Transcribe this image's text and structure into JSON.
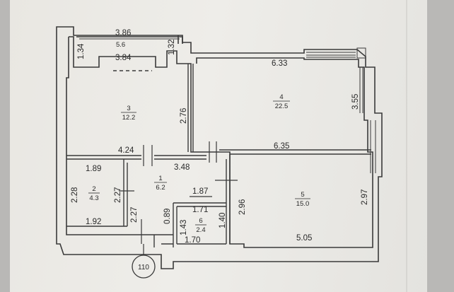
{
  "plan": {
    "rooms": [
      {
        "id": "1",
        "number": "1",
        "area": "6.2"
      },
      {
        "id": "2",
        "number": "2",
        "area": "4.3"
      },
      {
        "id": "3",
        "number": "3",
        "area": "12.2"
      },
      {
        "id": "4",
        "number": "4",
        "area": "22.5"
      },
      {
        "id": "5",
        "number": "5",
        "area": "15.0"
      },
      {
        "id": "6",
        "number": "6",
        "area": "2.4"
      },
      {
        "id": "balcony",
        "number": "",
        "area": "5.6"
      }
    ],
    "dimensions": {
      "balcony_top": "3.86",
      "balcony_left": "1.34",
      "balcony_right": "1.32",
      "balcony_bottom": "3.84",
      "room3_right": "2.76",
      "room3_bottom": "4.24",
      "room4_top": "6.33",
      "room4_right": "3.55",
      "room4_bottom": "6.35",
      "hall_top": "3.48",
      "room2_top": "1.89",
      "room2_left": "2.28",
      "room2_right": "2.27",
      "room2_bottom": "1.92",
      "hall_left": "2.27",
      "hall_door": "0.89",
      "hall_inner": "1.87",
      "bath_top": "1.71",
      "bath_left": "1.43",
      "bath_right": "1.40",
      "bath_bottom": "1.70",
      "room5_left": "2.96",
      "room5_right": "2.97",
      "room5_bottom": "5.05"
    },
    "apartment_marker": "110"
  }
}
